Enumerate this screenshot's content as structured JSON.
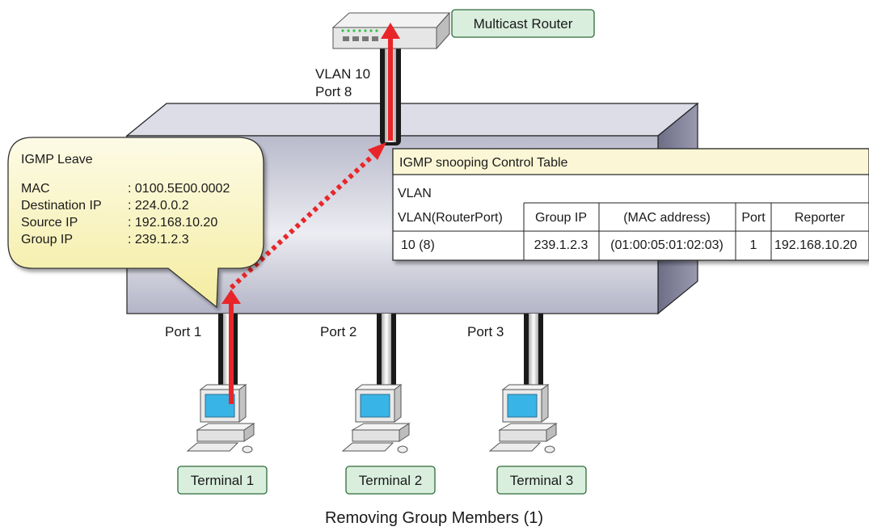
{
  "router_label": "Multicast Router",
  "router_port": {
    "vlan": "VLAN 10",
    "port": "Port 8"
  },
  "bubble": {
    "title": "IGMP Leave",
    "rows": [
      {
        "key": "MAC",
        "value": ": 0100.5E00.0002"
      },
      {
        "key": "Destination IP",
        "value": ": 224.0.0.2"
      },
      {
        "key": "Source IP",
        "value": ": 192.168.10.20"
      },
      {
        "key": "Group IP",
        "value": ": 239.1.2.3"
      }
    ]
  },
  "table": {
    "title": "IGMP snooping Control Table",
    "vlan_header": "VLAN",
    "columns": [
      "VLAN(RouterPort)",
      "Group IP",
      "(MAC address)",
      "Port",
      "Reporter"
    ],
    "row": [
      "10 (8)",
      "239.1.2.3",
      "(01:00:05:01:02:03)",
      "1",
      "192.168.10.20"
    ]
  },
  "ports": [
    "Port 1",
    "Port 2",
    "Port 3"
  ],
  "terminals": [
    "Terminal 1",
    "Terminal 2",
    "Terminal 3"
  ],
  "caption": "Removing Group Members (1)",
  "colors": {
    "label_fill": "#d9eedd",
    "label_border": "#2f6b3a",
    "table_title_fill": "#fbf7d6",
    "bubble_fill": "#fbf6c2",
    "arrow": "#e8262a",
    "switch_front": "#c9cad8",
    "switch_top": "#dedfe8",
    "switch_side": "#8a8aa0",
    "screen": "#39b4e6"
  }
}
